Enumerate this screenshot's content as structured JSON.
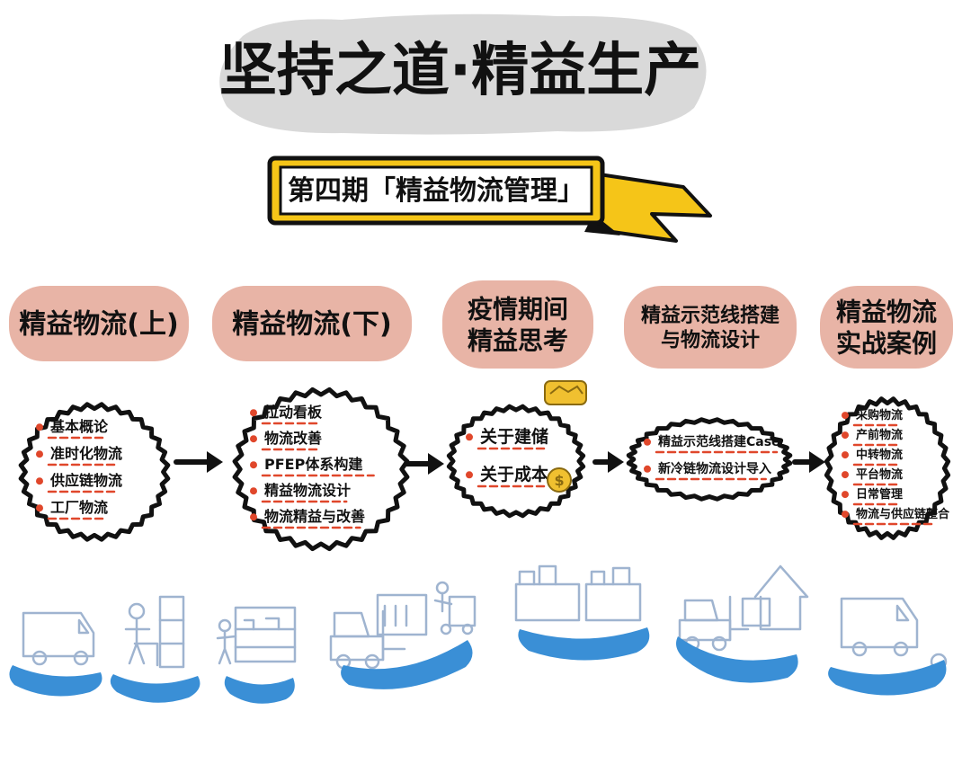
{
  "title": "坚持之道·精益生产",
  "subtitle": "第四期「精益物流管理」",
  "colors": {
    "title_bg": "#d9d9d9",
    "banner": "#f5c518",
    "header_bg": "#e8b4a6",
    "bullet": "#e0472b",
    "underline": "#e0472b",
    "wave": "#3a8fd6",
    "sketch": "#9fb4d0",
    "coin": "#f0c030"
  },
  "stages": [
    {
      "header": [
        "精益物流(上)"
      ],
      "items": [
        "基本概论",
        "准时化物流",
        "供应链物流",
        "工厂物流"
      ]
    },
    {
      "header": [
        "精益物流(下)"
      ],
      "items": [
        "拉动看板",
        "物流改善",
        "PFEP体系构建",
        "精益物流设计",
        "物流精益与改善"
      ]
    },
    {
      "header": [
        "疫情期间",
        "精益思考"
      ],
      "items": [
        "关于建储",
        "关于成本"
      ]
    },
    {
      "header": [
        "精益示范线搭建",
        "与物流设计"
      ],
      "items": [
        "精益示范线搭建Case",
        "新冷链物流设计导入"
      ]
    },
    {
      "header": [
        "精益物流",
        "实战案例"
      ],
      "items": [
        "采购物流",
        "产前物流",
        "中转物流",
        "平台物流",
        "日常管理",
        "物流与供应链整合"
      ]
    }
  ],
  "icons": [
    "delivery-van-icon",
    "worker-with-shelf-icon",
    "worker-at-rack-icon",
    "forklift-warehouse-icon",
    "storage-boxes-icon",
    "forklift-house-icon",
    "delivery-van-icon",
    "handshake-icon",
    "dollar-coin-icon"
  ]
}
